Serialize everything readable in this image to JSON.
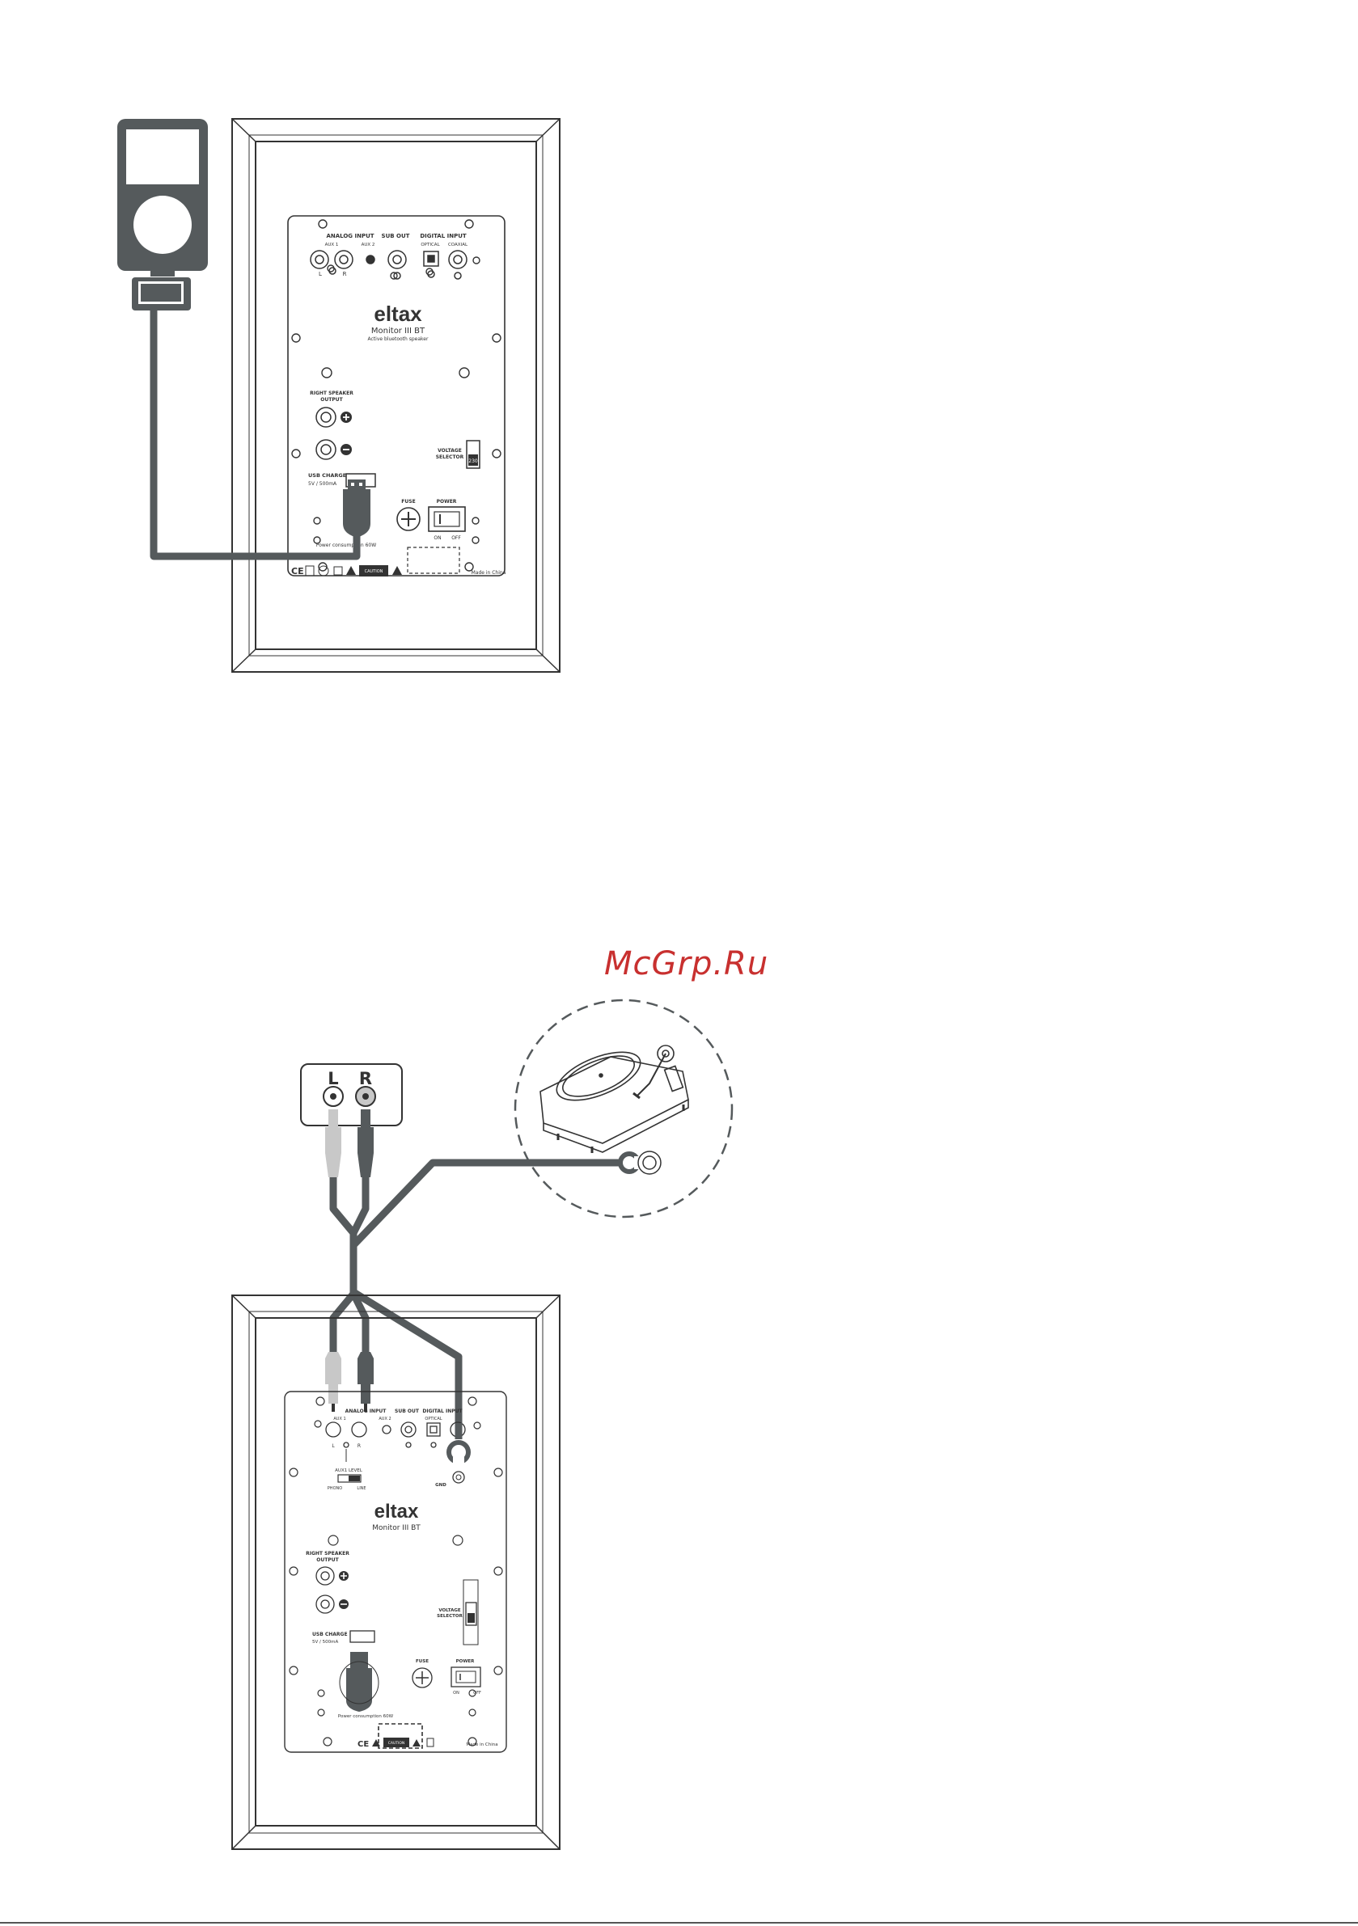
{
  "watermark": "McGrp.Ru",
  "colors": {
    "cable": "#555a5c",
    "cable_light": "#c8c8c8",
    "line": "#333333",
    "accent": "#c8302f"
  },
  "panel": {
    "analog_input": "ANALOG INPUT",
    "aux1": "AUX 1",
    "aux2": "AUX 2",
    "sub_out": "SUB OUT",
    "digital_input": "DIGITAL INPUT",
    "optical": "OPTICAL",
    "coaxial": "COAXIAL",
    "left": "L",
    "right": "R",
    "brand": "eltax",
    "model": "Monitor III BT",
    "tagline": "Active bluetooth speaker",
    "right_speaker_output_1": "RIGHT SPEAKER",
    "right_speaker_output_2": "OUTPUT",
    "voltage_1": "VOLTAGE",
    "voltage_2": "SELECTOR",
    "voltage_value": "230",
    "usb_charge": "USB CHARGE",
    "usb_spec": "5V / 500mA",
    "fuse": "FUSE",
    "power": "POWER",
    "on": "ON",
    "off": "OFF",
    "power_consumption": "Power consumption 60W",
    "made_in": "Made in China",
    "aux1_level": "AUX1 LEVEL",
    "phono": "PHONO",
    "line": "LINE",
    "gnd": "GND",
    "caution": "CAUTION"
  },
  "rca_box": {
    "left": "L",
    "right": "R"
  }
}
